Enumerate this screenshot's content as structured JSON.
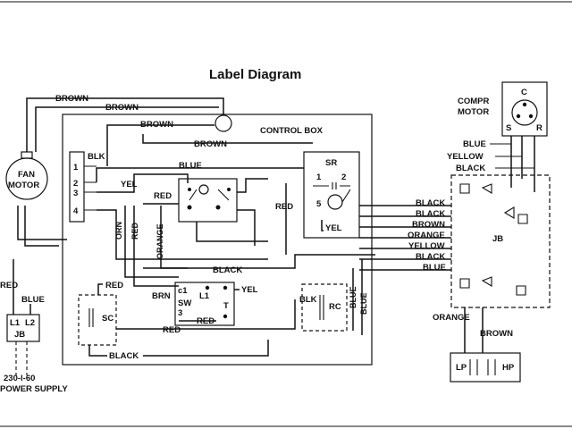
{
  "title": "Label Diagram",
  "labels": {
    "control_box": "CONTROL BOX",
    "compr_motor_1": "COMPR",
    "compr_motor_2": "MOTOR",
    "fan_motor_1": "FAN",
    "fan_motor_2": "MOTOR",
    "jb_right": "JB",
    "jb_left": "JB",
    "l1": "L1",
    "l2": "L2",
    "power_1": "230-l-60",
    "power_2": "POWER SUPPLY",
    "sr": "SR",
    "sc": "SC",
    "rc": "RC",
    "sw": "SW",
    "brn": "BRN",
    "lp": "LP",
    "hp": "HP",
    "c": "C",
    "s": "S",
    "r": "R",
    "t": "T",
    "t1": "1",
    "t2": "2",
    "t5": "5",
    "sw1": "1",
    "sw3": "3",
    "sw_l1": "L1",
    "sw_c": "c1"
  },
  "wires": {
    "brown": "BROWN",
    "blk": "BLK",
    "blue": "BLUE",
    "yel": "YEL",
    "red": "RED",
    "orn": "ORN",
    "orange": "ORANGE",
    "black": "BLACK",
    "yellow": "YELLOW"
  },
  "fan_terminals": [
    "1",
    "2",
    "3",
    "4"
  ]
}
